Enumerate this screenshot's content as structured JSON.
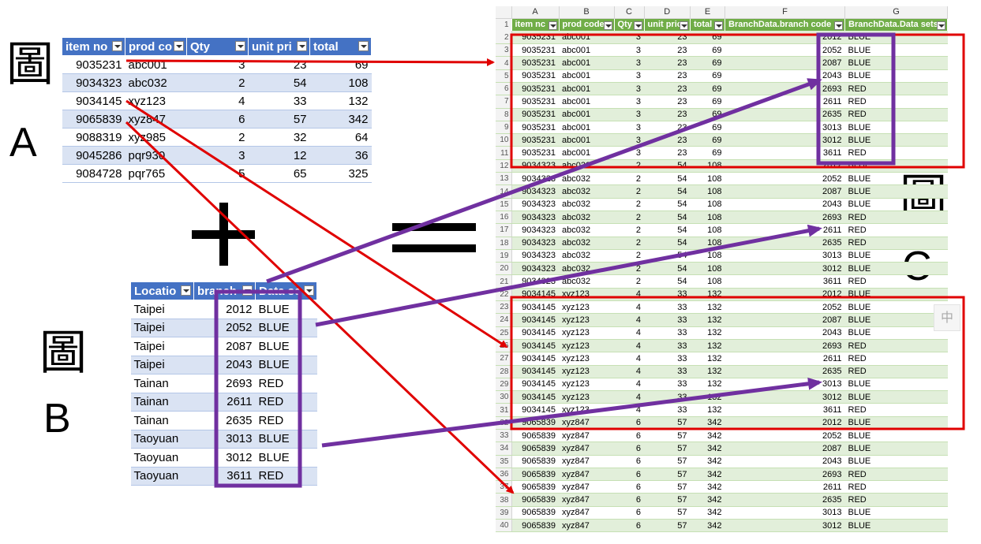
{
  "labels": {
    "fig_char": "圖",
    "letter_a": "A",
    "letter_b": "B",
    "letter_c": "C",
    "plus": "+",
    "equals": "="
  },
  "tableA": {
    "headers": [
      "item no",
      "prod co",
      "Qty",
      "unit pri",
      "total"
    ],
    "rows": [
      [
        "9035231",
        "abc001",
        "3",
        "23",
        "69"
      ],
      [
        "9034323",
        "abc032",
        "2",
        "54",
        "108"
      ],
      [
        "9034145",
        "xyz123",
        "4",
        "33",
        "132"
      ],
      [
        "9065839",
        "xyz847",
        "6",
        "57",
        "342"
      ],
      [
        "9088319",
        "xyz985",
        "2",
        "32",
        "64"
      ],
      [
        "9045286",
        "pqr930",
        "3",
        "12",
        "36"
      ],
      [
        "9084728",
        "pqr765",
        "5",
        "65",
        "325"
      ]
    ]
  },
  "tableB": {
    "headers": [
      "Locatio",
      "branch",
      "Data se"
    ],
    "rows": [
      [
        "Taipei",
        "2012",
        "BLUE"
      ],
      [
        "Taipei",
        "2052",
        "BLUE"
      ],
      [
        "Taipei",
        "2087",
        "BLUE"
      ],
      [
        "Taipei",
        "2043",
        "BLUE"
      ],
      [
        "Tainan",
        "2693",
        "RED"
      ],
      [
        "Tainan",
        "2611",
        "RED"
      ],
      [
        "Tainan",
        "2635",
        "RED"
      ],
      [
        "Taoyuan",
        "3013",
        "BLUE"
      ],
      [
        "Taoyuan",
        "3012",
        "BLUE"
      ],
      [
        "Taoyuan",
        "3611",
        "RED"
      ]
    ]
  },
  "sheetC": {
    "columns": [
      "A",
      "B",
      "C",
      "D",
      "E",
      "F",
      "G"
    ],
    "headers": [
      "item nc",
      "prod code",
      "Qty",
      "unit price",
      "total",
      "BranchData.branch code",
      "BranchData.Data sets"
    ],
    "rows": [
      [
        "2",
        "9035231",
        "abc001",
        "3",
        "23",
        "69",
        "2012",
        "BLUE"
      ],
      [
        "3",
        "9035231",
        "abc001",
        "3",
        "23",
        "69",
        "2052",
        "BLUE"
      ],
      [
        "4",
        "9035231",
        "abc001",
        "3",
        "23",
        "69",
        "2087",
        "BLUE"
      ],
      [
        "5",
        "9035231",
        "abc001",
        "3",
        "23",
        "69",
        "2043",
        "BLUE"
      ],
      [
        "6",
        "9035231",
        "abc001",
        "3",
        "23",
        "69",
        "2693",
        "RED"
      ],
      [
        "7",
        "9035231",
        "abc001",
        "3",
        "23",
        "69",
        "2611",
        "RED"
      ],
      [
        "8",
        "9035231",
        "abc001",
        "3",
        "23",
        "69",
        "2635",
        "RED"
      ],
      [
        "9",
        "9035231",
        "abc001",
        "3",
        "23",
        "69",
        "3013",
        "BLUE"
      ],
      [
        "10",
        "9035231",
        "abc001",
        "3",
        "23",
        "69",
        "3012",
        "BLUE"
      ],
      [
        "11",
        "9035231",
        "abc001",
        "3",
        "23",
        "69",
        "3611",
        "RED"
      ],
      [
        "12",
        "9034323",
        "abc032",
        "2",
        "54",
        "108",
        "2012",
        "BLUE"
      ],
      [
        "13",
        "9034323",
        "abc032",
        "2",
        "54",
        "108",
        "2052",
        "BLUE"
      ],
      [
        "14",
        "9034323",
        "abc032",
        "2",
        "54",
        "108",
        "2087",
        "BLUE"
      ],
      [
        "15",
        "9034323",
        "abc032",
        "2",
        "54",
        "108",
        "2043",
        "BLUE"
      ],
      [
        "16",
        "9034323",
        "abc032",
        "2",
        "54",
        "108",
        "2693",
        "RED"
      ],
      [
        "17",
        "9034323",
        "abc032",
        "2",
        "54",
        "108",
        "2611",
        "RED"
      ],
      [
        "18",
        "9034323",
        "abc032",
        "2",
        "54",
        "108",
        "2635",
        "RED"
      ],
      [
        "19",
        "9034323",
        "abc032",
        "2",
        "54",
        "108",
        "3013",
        "BLUE"
      ],
      [
        "20",
        "9034323",
        "abc032",
        "2",
        "54",
        "108",
        "3012",
        "BLUE"
      ],
      [
        "21",
        "9034323",
        "abc032",
        "2",
        "54",
        "108",
        "3611",
        "RED"
      ],
      [
        "22",
        "9034145",
        "xyz123",
        "4",
        "33",
        "132",
        "2012",
        "BLUE"
      ],
      [
        "23",
        "9034145",
        "xyz123",
        "4",
        "33",
        "132",
        "2052",
        "BLUE"
      ],
      [
        "24",
        "9034145",
        "xyz123",
        "4",
        "33",
        "132",
        "2087",
        "BLUE"
      ],
      [
        "25",
        "9034145",
        "xyz123",
        "4",
        "33",
        "132",
        "2043",
        "BLUE"
      ],
      [
        "26",
        "9034145",
        "xyz123",
        "4",
        "33",
        "132",
        "2693",
        "RED"
      ],
      [
        "27",
        "9034145",
        "xyz123",
        "4",
        "33",
        "132",
        "2611",
        "RED"
      ],
      [
        "28",
        "9034145",
        "xyz123",
        "4",
        "33",
        "132",
        "2635",
        "RED"
      ],
      [
        "29",
        "9034145",
        "xyz123",
        "4",
        "33",
        "132",
        "3013",
        "BLUE"
      ],
      [
        "30",
        "9034145",
        "xyz123",
        "4",
        "33",
        "132",
        "3012",
        "BLUE"
      ],
      [
        "31",
        "9034145",
        "xyz123",
        "4",
        "33",
        "132",
        "3611",
        "RED"
      ],
      [
        "32",
        "9065839",
        "xyz847",
        "6",
        "57",
        "342",
        "2012",
        "BLUE"
      ],
      [
        "33",
        "9065839",
        "xyz847",
        "6",
        "57",
        "342",
        "2052",
        "BLUE"
      ],
      [
        "34",
        "9065839",
        "xyz847",
        "6",
        "57",
        "342",
        "2087",
        "BLUE"
      ],
      [
        "35",
        "9065839",
        "xyz847",
        "6",
        "57",
        "342",
        "2043",
        "BLUE"
      ],
      [
        "36",
        "9065839",
        "xyz847",
        "6",
        "57",
        "342",
        "2693",
        "RED"
      ],
      [
        "37",
        "9065839",
        "xyz847",
        "6",
        "57",
        "342",
        "2611",
        "RED"
      ],
      [
        "38",
        "9065839",
        "xyz847",
        "6",
        "57",
        "342",
        "2635",
        "RED"
      ],
      [
        "39",
        "9065839",
        "xyz847",
        "6",
        "57",
        "342",
        "3013",
        "BLUE"
      ],
      [
        "40",
        "9065839",
        "xyz847",
        "6",
        "57",
        "342",
        "3012",
        "BLUE"
      ]
    ]
  },
  "ime_indicator": "中",
  "colors": {
    "table_header_blue": "#4472c4",
    "table_band_blue": "#dae3f3",
    "sheet_header_green": "#70ad47",
    "sheet_band_green": "#e2efda",
    "arrow_red": "#e00000",
    "arrow_purple": "#7030a0"
  }
}
